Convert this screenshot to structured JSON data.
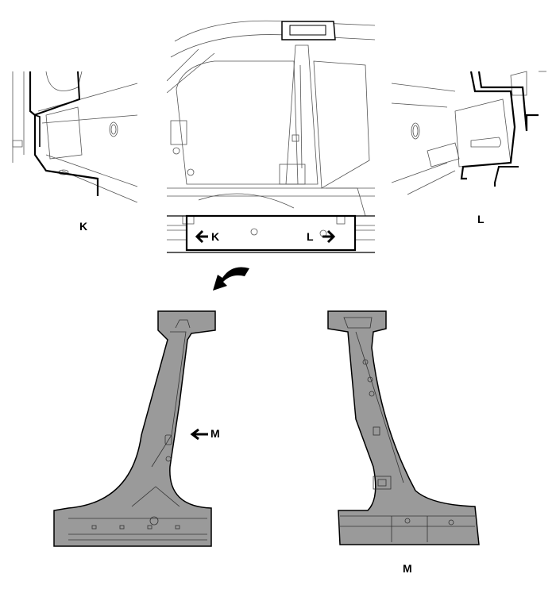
{
  "labels": {
    "view_k": "K",
    "view_l": "L",
    "view_m": "M",
    "arrow_k": "K",
    "arrow_l": "L",
    "arrow_m": "M"
  },
  "colors": {
    "part_fill": "#9a9a9a",
    "part_dark": "#7d7d7d",
    "line": "#000000",
    "thin_line": "#555555"
  },
  "icons": [
    "left-arrow-icon",
    "right-arrow-icon",
    "curved-arrow-icon"
  ]
}
